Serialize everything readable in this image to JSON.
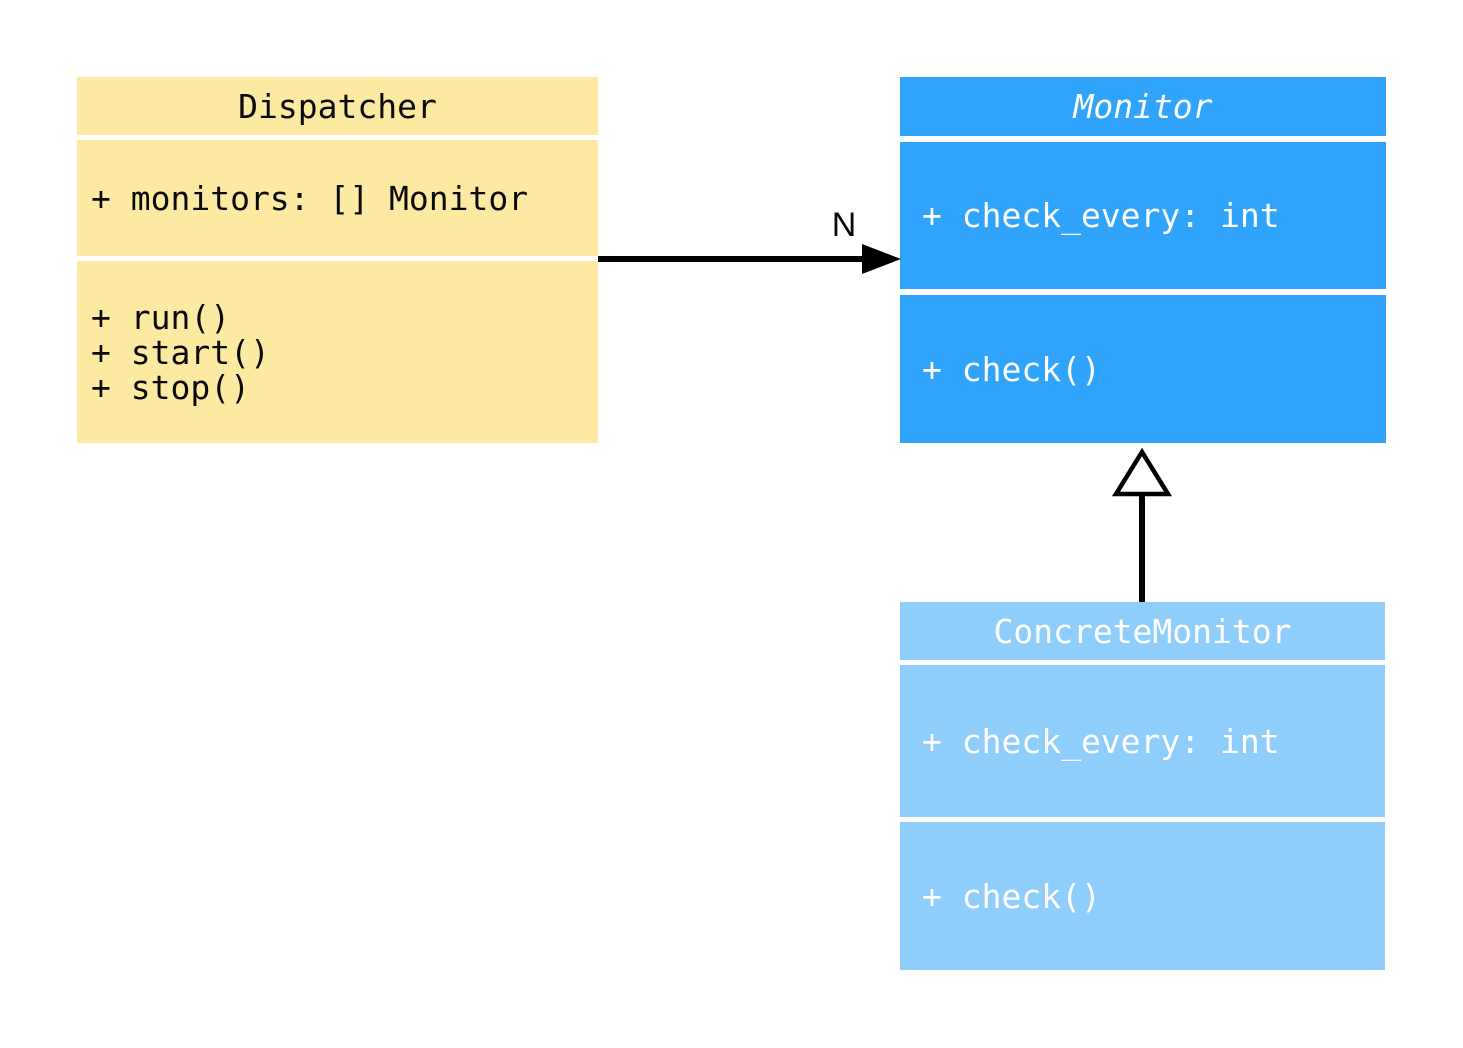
{
  "diagram": {
    "type": "uml-class-diagram",
    "background": "#FFFFFF",
    "classes": {
      "dispatcher": {
        "name": "Dispatcher",
        "abstract": false,
        "fill": "#FCE9A2",
        "text_color": "#0A0A0A",
        "attributes": [
          "+ monitors: [] Monitor"
        ],
        "methods": [
          "+ run()",
          "+ start()",
          "+ stop()"
        ]
      },
      "monitor": {
        "name": "Monitor",
        "abstract": true,
        "fill": "#30A3FA",
        "text_color": "#FFFFFF",
        "attributes": [
          "+ check_every: int"
        ],
        "methods": [
          "+ check()"
        ]
      },
      "concrete_monitor": {
        "name": "ConcreteMonitor",
        "abstract": false,
        "fill": "#8FCEFB",
        "text_color": "#FFFFFF",
        "attributes": [
          "+ check_every: int"
        ],
        "methods": [
          "+ check()"
        ]
      }
    },
    "edges": {
      "association": {
        "from": "Dispatcher",
        "to": "Monitor",
        "label": "N",
        "arrowhead": "filled-triangle",
        "color": "#000000"
      },
      "inheritance": {
        "from": "ConcreteMonitor",
        "to": "Monitor",
        "arrowhead": "hollow-triangle",
        "color": "#000000"
      }
    }
  }
}
